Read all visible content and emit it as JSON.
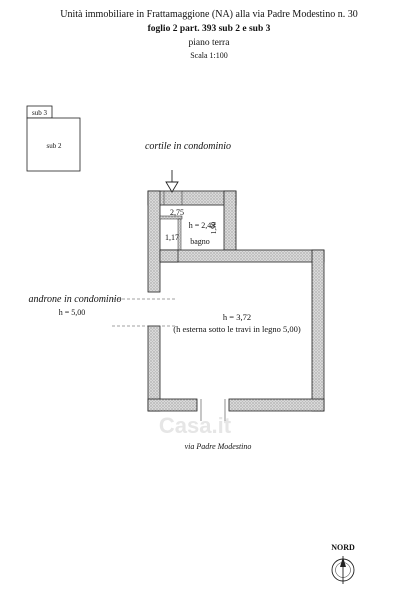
{
  "header": {
    "line1": "Unità immobiliare in Frattamaggione (NA) alla via Padre Modestino n. 30",
    "line2": "foglio 2 part. 393 sub 2 e sub 3",
    "line3": "piano terra",
    "line4": "Scala 1:100"
  },
  "key_plan": {
    "sub3": "sub 3",
    "sub2": "sub 2"
  },
  "labels": {
    "cortile": "cortile in condominio",
    "androne": "androne in condominio",
    "androne_h": "h = 5,00",
    "strada": "via Padre Modestino",
    "north": "NORD"
  },
  "dimensions": {
    "d275": "2,75",
    "d190": "1,90",
    "h243": "h = 2,43",
    "d117": "1,17",
    "bagno": "bagno",
    "h372": "h = 3,72",
    "h_note": "(h esterna sotto le travi in legno 5,00)"
  },
  "watermark": {
    "text": "Casa.it"
  }
}
